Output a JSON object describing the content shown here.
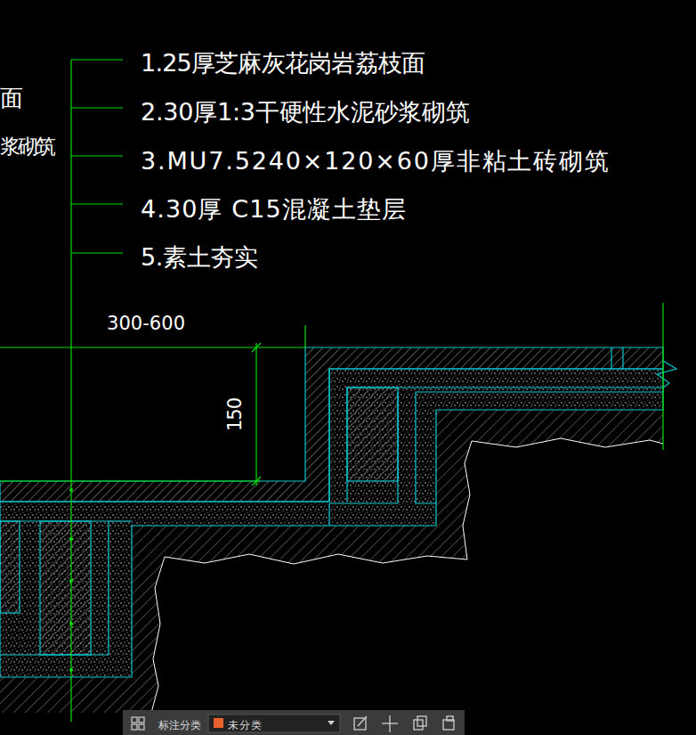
{
  "diagram": {
    "labels": [
      "面",
      "浆砌筑",
      "1.25厚芝麻灰花岗岩荔枝面",
      "2.30厚1:3干硬性水泥砂浆砌筑",
      "3.MU7.5240×120×60厚非粘土砖砌筑",
      "4.30厚 C15混凝土垫层",
      "5.素土夯实",
      "300-600",
      "150",
      "标注分类",
      "未分类"
    ]
  }
}
